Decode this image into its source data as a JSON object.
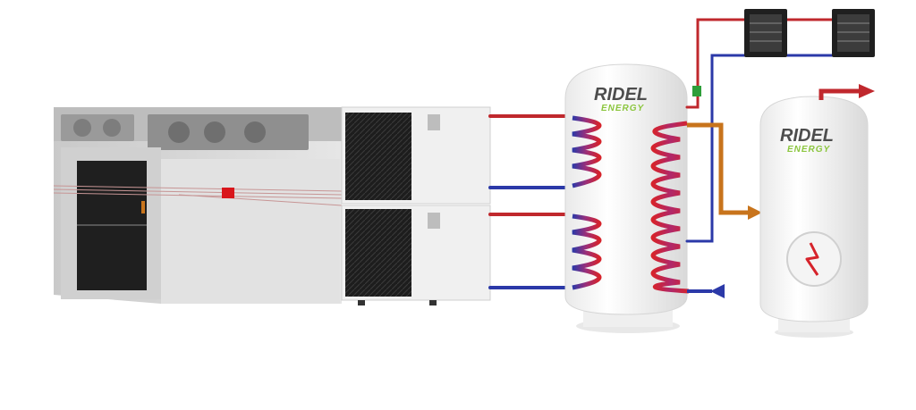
{
  "brand": {
    "name": "RIDEL",
    "tagline": "ENERGY",
    "tagline_color": "#8cc63f",
    "name_color": "#4d4d4d"
  },
  "colors": {
    "hot_pipe": "#c0282d",
    "cold_pipe": "#2b39a8",
    "transfer_pipe": "#c8741c",
    "valve": "#2e9e3a",
    "alarm_box": "#d9151b"
  },
  "components": {
    "cold_room": "cold-storage-room",
    "heat_pumps": "stacked-condensing-units",
    "buffer_tank": "buffer-tank-with-double-coil",
    "dhw_tank": "hot-water-tank-with-electric-heater",
    "fan_coils": "ceiling-fan-coil-units"
  },
  "icons": {
    "electric_heater": "lightning-icon",
    "flow_out": "arrow-right-icon",
    "flow_return": "arrow-left-icon"
  }
}
